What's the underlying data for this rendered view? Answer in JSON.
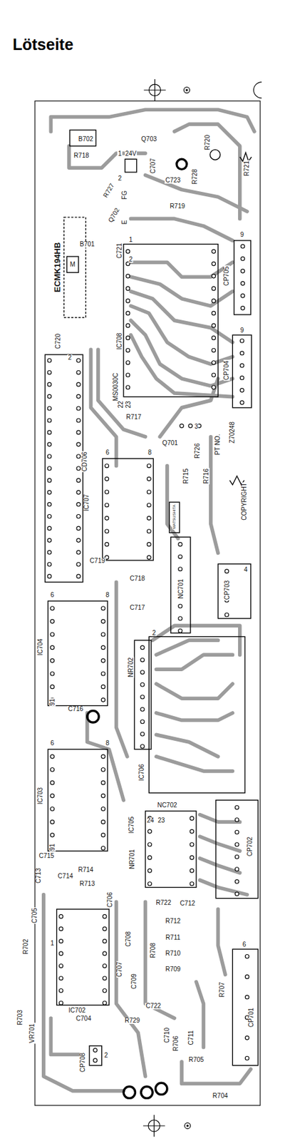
{
  "diagram": {
    "title": "Lötseite",
    "labels": [
      "B702",
      "R718",
      "Q703",
      "24V",
      "1",
      "2",
      "C707",
      "C723",
      "R720",
      "R728",
      "R721",
      "R727",
      "FG",
      "E",
      "Q702",
      "R719",
      "ECMK194HB",
      "M",
      "B701",
      "C721",
      "1",
      "2",
      "CP705",
      "9",
      "CP704",
      "9",
      "IC708",
      "C720",
      "2",
      "MS0030C",
      "22",
      "23",
      "R717",
      "Q701",
      "3",
      "R726",
      "PT NO.",
      "Z70248",
      "COPYRIGHT",
      "R715",
      "R716",
      "MATSUSHITA",
      "CD706",
      "IC707",
      "6",
      "8",
      "C719",
      "C718",
      "C717",
      "NC701",
      "CP703",
      "4",
      "IC704",
      "6",
      "8",
      "91",
      "C716",
      "NR702",
      "2",
      "IC706",
      "IC703",
      "6",
      "8",
      "91",
      "C715",
      "C713",
      "C714",
      "R714",
      "R713",
      "IC705",
      "NR701",
      "NC702",
      "24",
      "23",
      "CP702",
      "C706",
      "C705",
      "R702",
      "1",
      "R722",
      "C712",
      "R712",
      "R711",
      "R710",
      "R709",
      "C708",
      "C707",
      "C709",
      "R708",
      "R707",
      "CP701",
      "6",
      "IC702",
      "C722",
      "C704",
      "R729",
      "R703",
      "VR701",
      "C710",
      "R706",
      "C711",
      "R705",
      "CP708",
      "2",
      "R704"
    ]
  }
}
